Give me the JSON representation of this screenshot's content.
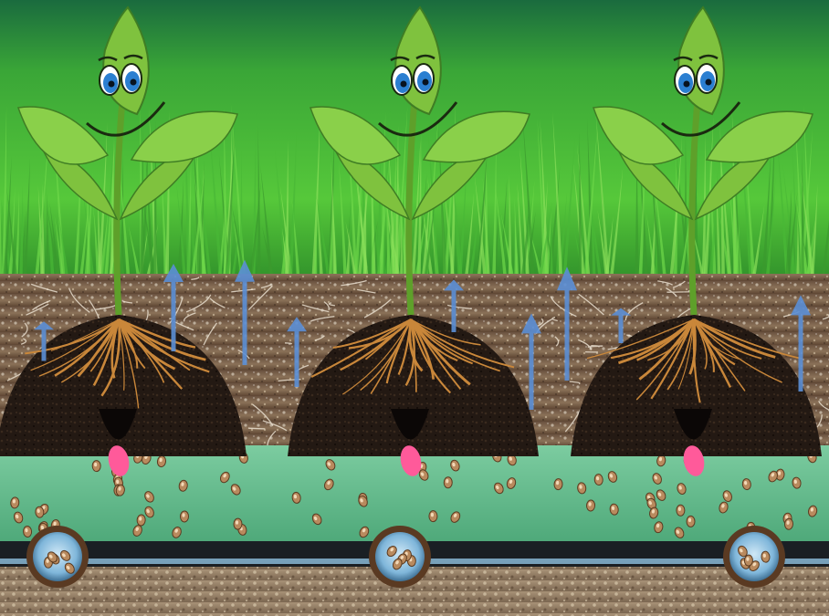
{
  "image": {
    "description_free": true,
    "colors": {
      "sky_grass_top": "#1f7a3f",
      "grass_bright": "#4fc23a",
      "grass_mid": "#2f9a2c",
      "soil_light": "#b59a7a",
      "soil_dark": "#2a1a12",
      "mound_dark": "#1e1510",
      "roots_orange": "#c9873a",
      "white_roots": "#efe6d6",
      "water_band": "#5fb98a",
      "water_band_light": "#7ccca0",
      "pipe_dark": "#1a1f24",
      "pipe_light": "#8fc0e0",
      "gravel": "#b8a58a",
      "leaf": "#6fb83a",
      "leaf_dark": "#3f7d24",
      "eye_blue": "#2b7fd1",
      "tongue_pink": "#ff5a9a",
      "arrow_blue": "#5b8fd6"
    },
    "icons": [
      "plant-character-icon",
      "water-up-arrow-icon",
      "drain-pipe-icon",
      "nutrient-pellet-icon"
    ],
    "plant_count": 3,
    "arrow_count": 10,
    "pipe_count": 3
  }
}
